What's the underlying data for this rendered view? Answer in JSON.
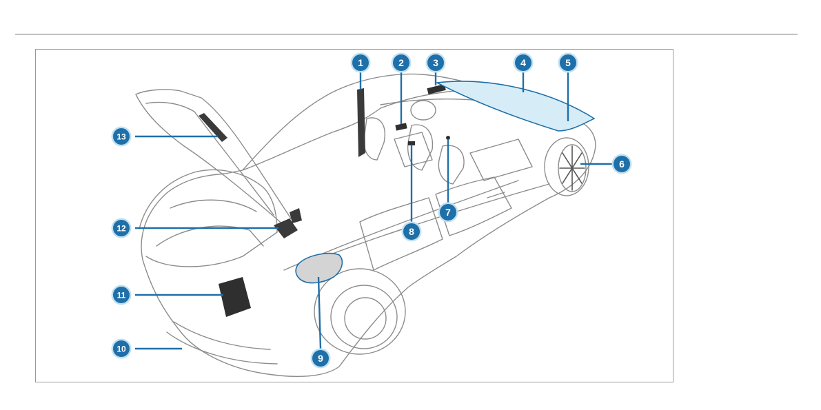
{
  "figure": {
    "callouts": [
      {
        "label": "1"
      },
      {
        "label": "2"
      },
      {
        "label": "3"
      },
      {
        "label": "4"
      },
      {
        "label": "5"
      },
      {
        "label": "6"
      },
      {
        "label": "7"
      },
      {
        "label": "8"
      },
      {
        "label": "9"
      },
      {
        "label": "10"
      },
      {
        "label": "11"
      },
      {
        "label": "12"
      },
      {
        "label": "13"
      }
    ]
  },
  "colors": {
    "callout_fill": "#1f6fa8",
    "callout_ring": "#bfe0f2",
    "leader": "#1f6fa8",
    "highlight": "#bfe3f4",
    "car_outline": "#8c8c8c",
    "dark_part": "#2f2f2f"
  }
}
